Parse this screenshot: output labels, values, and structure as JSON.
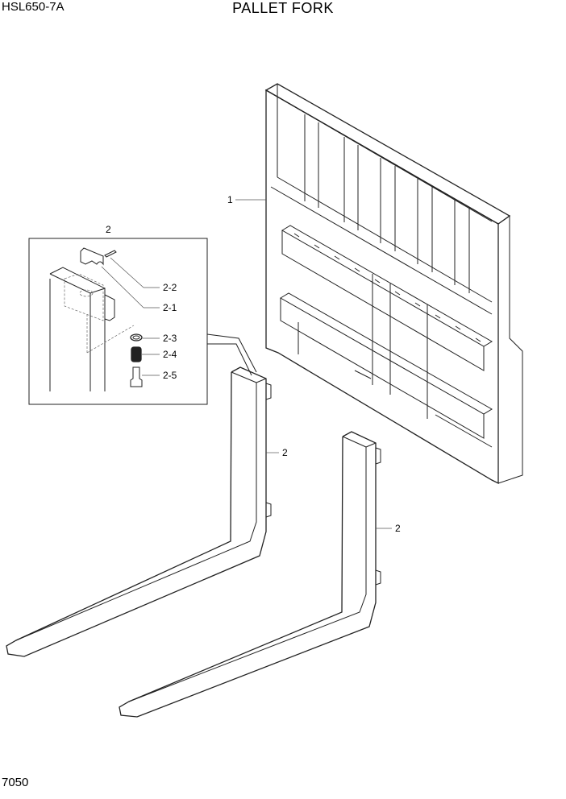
{
  "header": {
    "model": "HSL650-7A",
    "title": "PALLET FORK"
  },
  "footer": {
    "page_number": "7050"
  },
  "callouts": {
    "carriage": "1",
    "inset_title": "2",
    "pin": "2-2",
    "stopper": "2-1",
    "washer": "2-3",
    "spring": "2-4",
    "bolt": "2-5",
    "fork_left": "2",
    "fork_right": "2"
  }
}
